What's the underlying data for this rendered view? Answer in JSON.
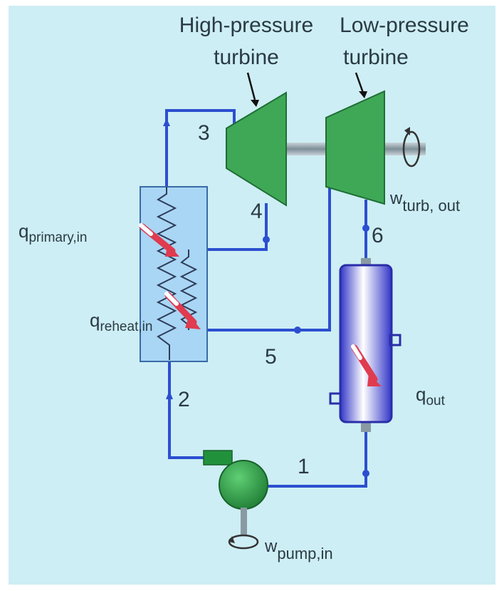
{
  "labels": {
    "hp_turbine_line1": "High-pressure",
    "hp_turbine_line2": "turbine",
    "lp_turbine_line1": "Low-pressure",
    "lp_turbine_line2": "turbine",
    "state_1": "1",
    "state_2": "2",
    "state_3": "3",
    "state_4": "4",
    "state_5": "5",
    "state_6": "6",
    "q_primary_main": "q",
    "q_primary_sub": "primary,in",
    "q_reheat_main": "q",
    "q_reheat_sub": "reheat,in",
    "q_out_main": "q",
    "q_out_sub": "out",
    "w_turb_main": "w",
    "w_turb_sub": "turb, out",
    "w_pump_main": "w",
    "w_pump_sub": "pump,in"
  },
  "colors": {
    "background": "#cdeef4",
    "pipe": "#2c4fd0",
    "turbine": "#3fa857",
    "pump": "#22913c",
    "boiler_fill": "#a9d6f4",
    "condenser": "#3b3fd8",
    "heat_arrow": "#e03b4f",
    "shaft": "#8a9aa3"
  }
}
